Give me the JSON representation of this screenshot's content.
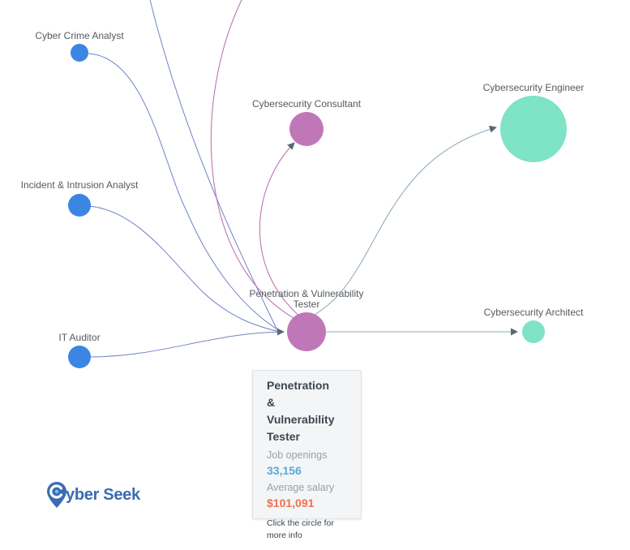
{
  "diagram": {
    "nodes": [
      {
        "id": "cyber-crime-analyst",
        "label": "Cyber Crime Analyst",
        "color": "#3b86e3"
      },
      {
        "id": "incident-intrusion-analyst",
        "label": "Incident & Intrusion Analyst",
        "color": "#3b86e3"
      },
      {
        "id": "it-auditor",
        "label": "IT Auditor",
        "color": "#3b86e3"
      },
      {
        "id": "cybersecurity-consultant",
        "label": "Cybersecurity Consultant",
        "color": "#c077b8"
      },
      {
        "id": "penetration-vulnerability-tester",
        "label": "Penetration & Vulnerability Tester",
        "color": "#c077b8"
      },
      {
        "id": "cybersecurity-engineer",
        "label": "Cybersecurity Engineer",
        "color": "#7fe3c6"
      },
      {
        "id": "cybersecurity-architect",
        "label": "Cybersecurity Architect",
        "color": "#7fe3c6"
      }
    ],
    "edges": [
      {
        "from": "cyber-crime-analyst",
        "to": "penetration-vulnerability-tester"
      },
      {
        "from": "incident-intrusion-analyst",
        "to": "penetration-vulnerability-tester"
      },
      {
        "from": "it-auditor",
        "to": "penetration-vulnerability-tester"
      },
      {
        "from": "penetration-vulnerability-tester",
        "to": "cybersecurity-consultant"
      },
      {
        "from": "penetration-vulnerability-tester",
        "to": "cybersecurity-engineer"
      },
      {
        "from": "penetration-vulnerability-tester",
        "to": "cybersecurity-architect"
      }
    ],
    "edge_colors": {
      "feeder": "#6f83c4",
      "consultant": "#b46aaa",
      "advancement": "#8aa8b8"
    }
  },
  "tooltip": {
    "title": "Penetration & Vulnerability Tester",
    "openings_label": "Job openings",
    "openings_value": "33,156",
    "salary_label": "Average salary",
    "salary_value": "$101,091",
    "hint": "Click the circle for more info"
  },
  "logo": {
    "text": "yber Seek",
    "icon": "map-pin-c-icon",
    "color": "#3b6cb2"
  }
}
